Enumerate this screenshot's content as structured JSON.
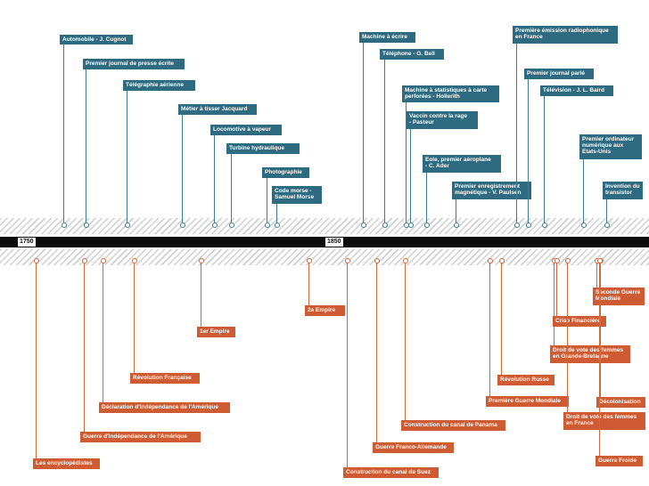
{
  "timeline": {
    "year_labels": [
      "1750",
      "1850"
    ],
    "tech_events": [
      {
        "label": "Automobile - J. Cugnot"
      },
      {
        "label": "Premier journal de presse écrite"
      },
      {
        "label": "Télégraphie aérienne"
      },
      {
        "label": "Métier à tisser Jacquard"
      },
      {
        "label": "Locomotive à vapeur"
      },
      {
        "label": "Turbine hydraulique"
      },
      {
        "label": "Photographie"
      },
      {
        "label": "Code morse -\nSamuel Morse"
      },
      {
        "label": "Machine à écrire"
      },
      {
        "label": "Téléphone - G. Bell"
      },
      {
        "label": "Machine à statistiques à carte\nperforées - Hollerith"
      },
      {
        "label": "Vaccin contre la rage\n- Pasteur"
      },
      {
        "label": "Eole, premier aéroplane\n- C. Ader"
      },
      {
        "label": "Premier enregistrement\nmagnétique - V. Paulsen"
      },
      {
        "label": "Première émission radiophonique\nen France"
      },
      {
        "label": "Premier journal parlé"
      },
      {
        "label": "Télévision - J. L. Baird"
      },
      {
        "label": "Premier ordinateur\nnumérique aux\nEtats-Unis"
      },
      {
        "label": "Invention du\ntransistor"
      }
    ],
    "history_events": [
      {
        "label": "Les encyclopédistes"
      },
      {
        "label": "Guerre d'Indépendance de l'Amérique"
      },
      {
        "label": "Déclaration d'Indépendance de l'Amérique"
      },
      {
        "label": "Révolution Française"
      },
      {
        "label": "1er Empire"
      },
      {
        "label": "2e Empire"
      },
      {
        "label": "Construction du canal de Suez"
      },
      {
        "label": "Guerre Franco-Allemande"
      },
      {
        "label": "Construction du canal de Panama"
      },
      {
        "label": "Première Guerre Mondiale"
      },
      {
        "label": "Révolution Russe"
      },
      {
        "label": "Droit de vote des femmes\nen Grande-Bretagne"
      },
      {
        "label": "Crise Financière"
      },
      {
        "label": "Seconde Guerre\nMondiale"
      },
      {
        "label": "Décolonisation"
      },
      {
        "label": "Droit de vote des femmes\nen France"
      },
      {
        "label": "Guerre Froide"
      }
    ],
    "colors": {
      "tech": "#2e6a80",
      "history": "#cf5b32",
      "bar": "#0b0b0b",
      "hatch": "#cfcfcf"
    }
  }
}
